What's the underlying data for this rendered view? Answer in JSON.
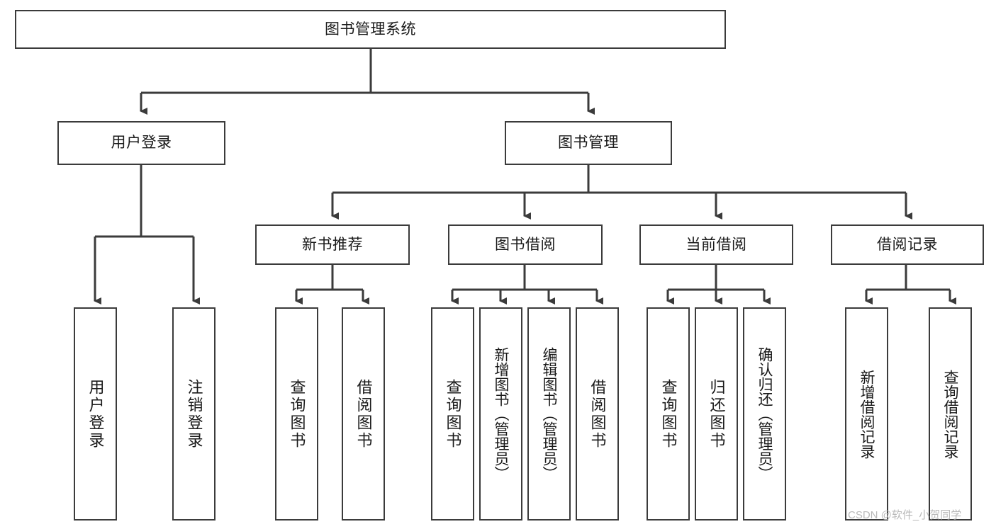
{
  "diagram": {
    "type": "tree",
    "title": "图书管理系统",
    "root": {
      "id": "root",
      "label": "图书管理系统"
    },
    "level1": [
      {
        "id": "user-login",
        "label": "用户登录"
      },
      {
        "id": "book-management",
        "label": "图书管理"
      }
    ],
    "level2": [
      {
        "id": "new-book-recommend",
        "label": "新书推荐",
        "parent": "book-management"
      },
      {
        "id": "book-borrow",
        "label": "图书借阅",
        "parent": "book-management"
      },
      {
        "id": "current-borrow",
        "label": "当前借阅",
        "parent": "book-management"
      },
      {
        "id": "borrow-record",
        "label": "借阅记录",
        "parent": "book-management"
      }
    ],
    "leaves": {
      "user_login": [
        {
          "id": "leaf-user-login",
          "label": "用户登录"
        },
        {
          "id": "leaf-logout-login",
          "label": "注销登录"
        }
      ],
      "new_book_recommend": [
        {
          "id": "leaf-query-book-1",
          "label": "查询图书"
        },
        {
          "id": "leaf-borrow-book-1",
          "label": "借阅图书"
        }
      ],
      "book_borrow": [
        {
          "id": "leaf-query-book-2",
          "label": "查询图书"
        },
        {
          "id": "leaf-add-book",
          "label": "新增图书（管理员）"
        },
        {
          "id": "leaf-edit-book",
          "label": "编辑图书（管理员）"
        },
        {
          "id": "leaf-borrow-book-2",
          "label": "借阅图书"
        }
      ],
      "current_borrow": [
        {
          "id": "leaf-query-book-3",
          "label": "查询图书"
        },
        {
          "id": "leaf-return-book",
          "label": "归还图书"
        },
        {
          "id": "leaf-confirm-return",
          "label": "确认归还（管理员）"
        }
      ],
      "borrow_record": [
        {
          "id": "leaf-add-record",
          "label": "新增借阅记录"
        },
        {
          "id": "leaf-query-record",
          "label": "查询借阅记录"
        }
      ]
    }
  },
  "colors": {
    "line": "#3b3b3b",
    "box_border": "#3b3b3b",
    "box_fill": "#ffffff",
    "text": "#1a1a1a",
    "watermark": "#b9b9b9",
    "background": "#ffffff"
  },
  "watermark": {
    "text": "CSDN @软件_小贺同学"
  }
}
